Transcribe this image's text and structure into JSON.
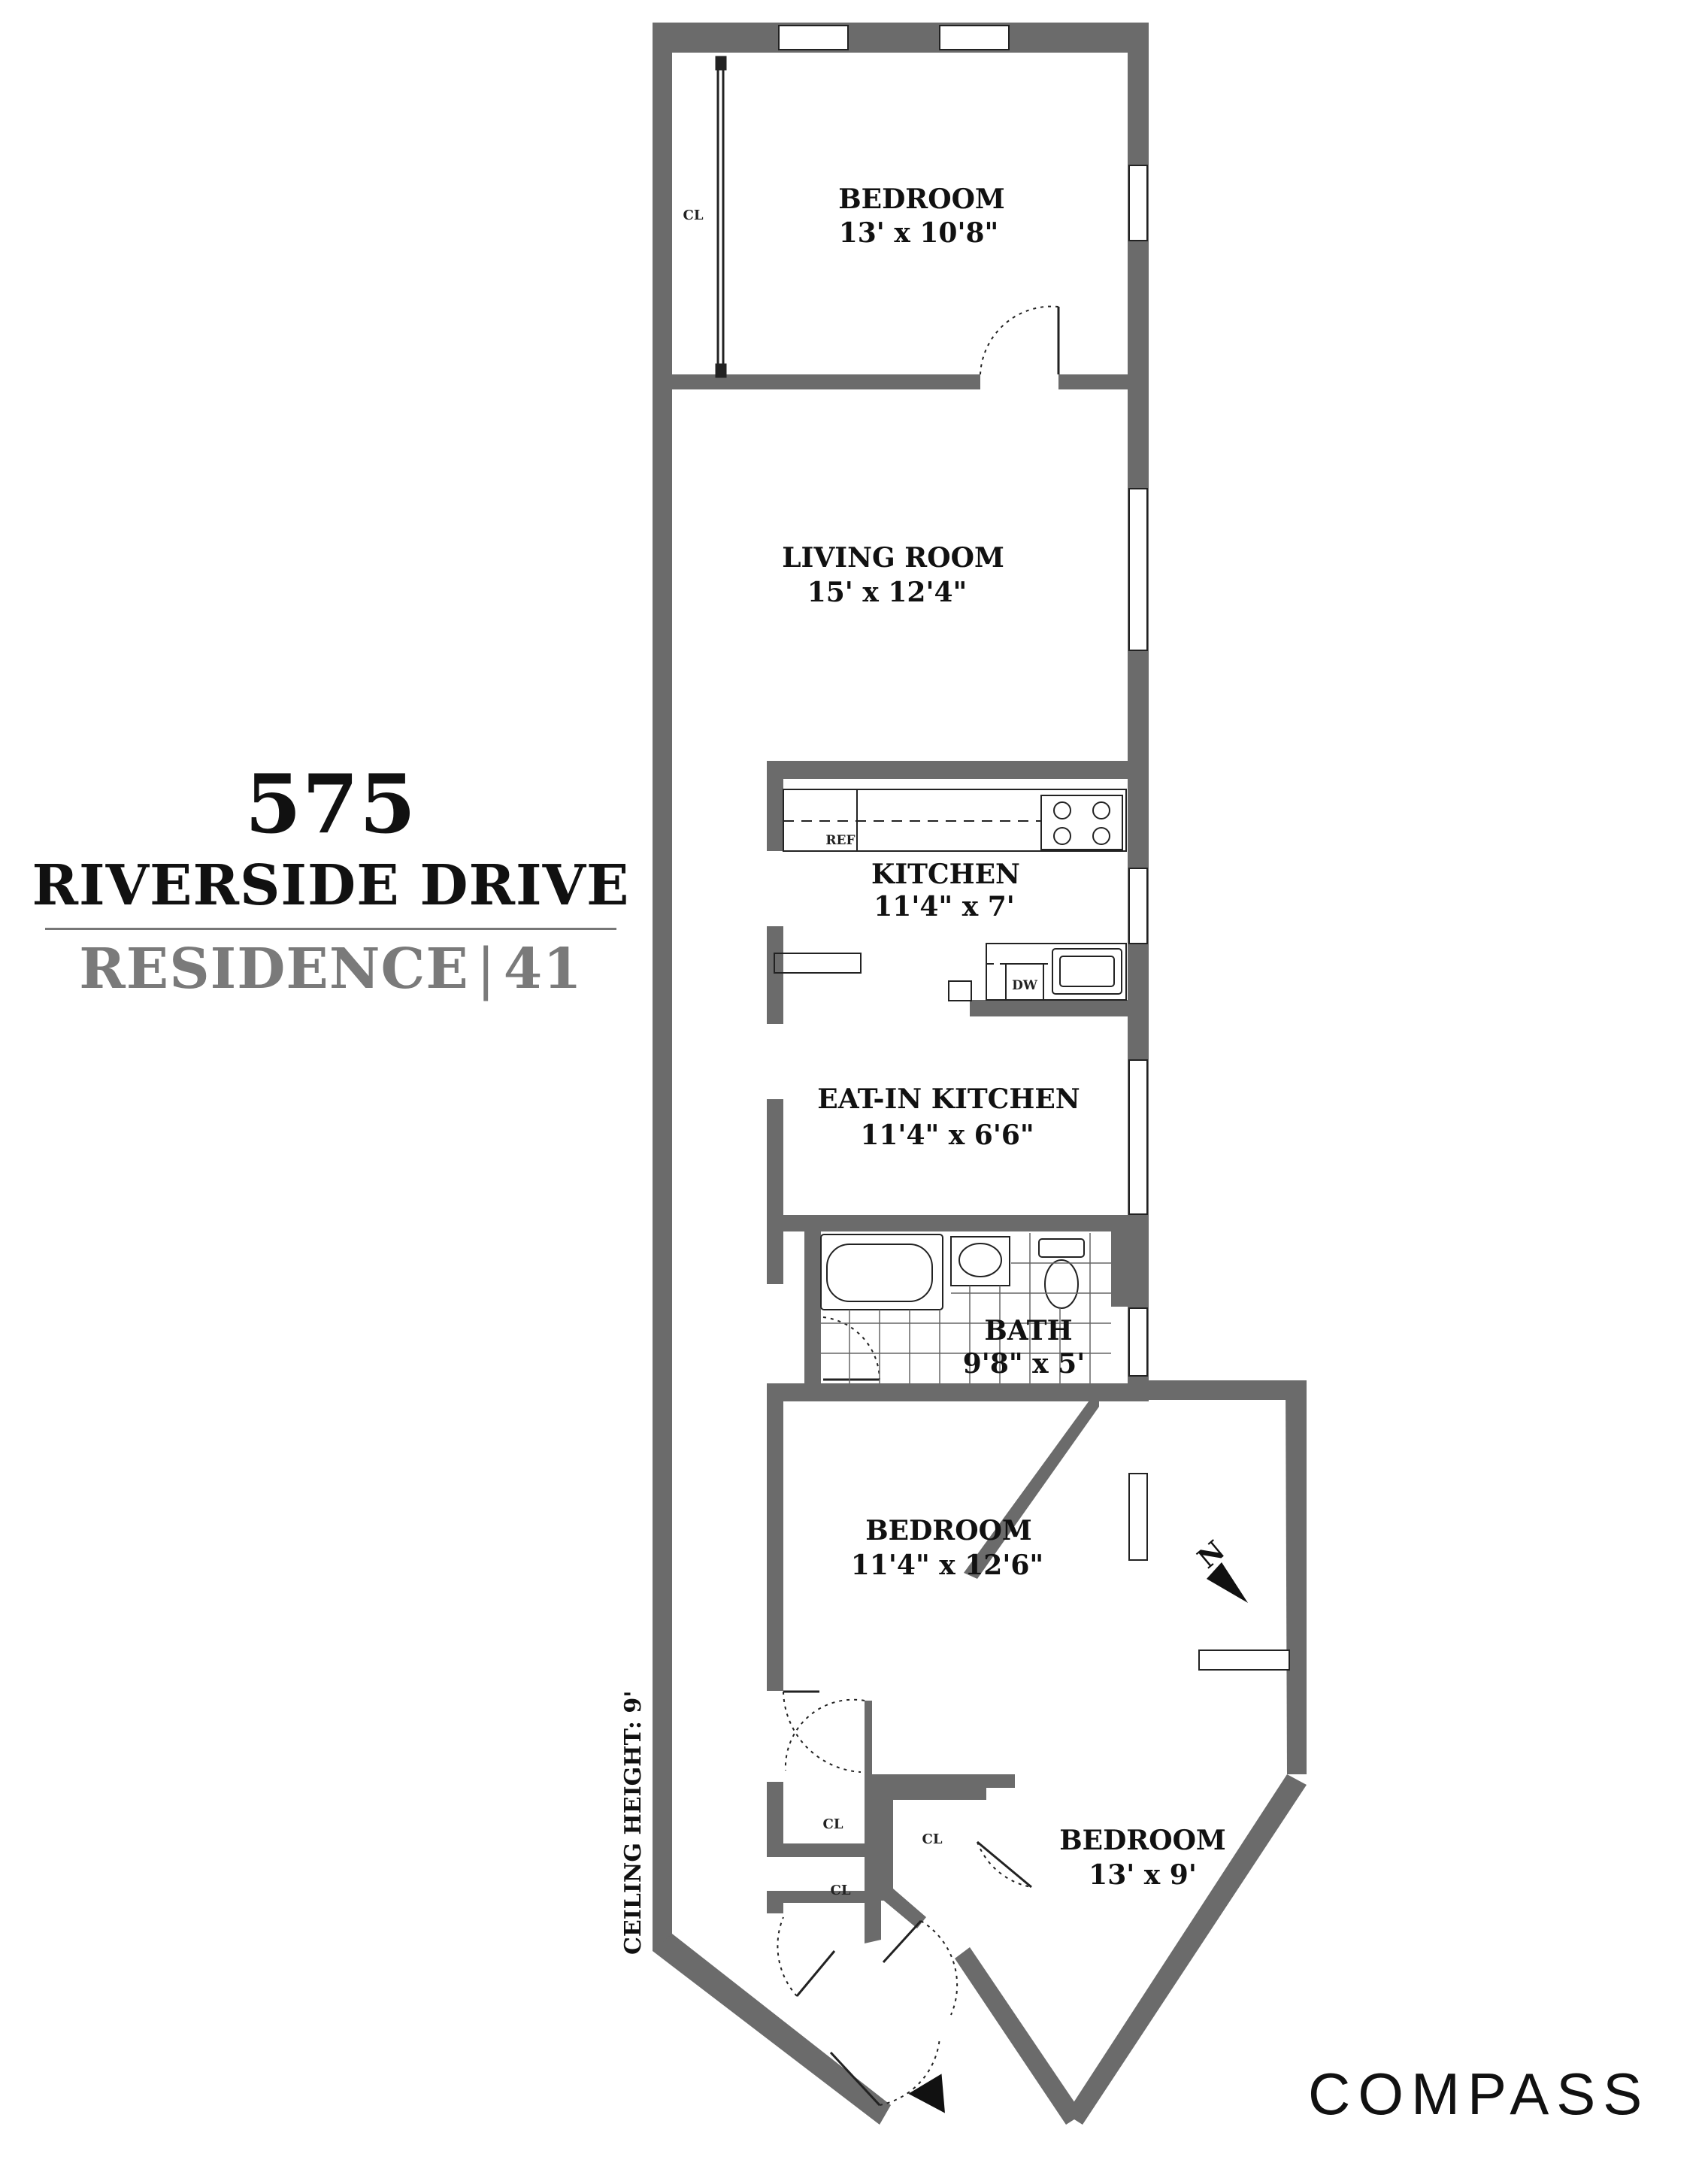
{
  "building": {
    "number": "575",
    "street": "RIVERSIDE DRIVE",
    "residence_word": "RESIDENCE",
    "residence_separator": "|",
    "residence_number": "41"
  },
  "rooms": {
    "bedroom_north": {
      "label": "BEDROOM",
      "dims": "13' x 10'8\""
    },
    "living_room": {
      "label": "LIVING ROOM",
      "dims": "15' x 12'4\""
    },
    "kitchen": {
      "label": "KITCHEN",
      "dims": "11'4\" x 7'"
    },
    "eat_in_kitchen": {
      "label": "EAT-IN KITCHEN",
      "dims": "11'4\" x 6'6\""
    },
    "bath": {
      "label": "BATH",
      "dims": "9'8\" x 5'"
    },
    "bedroom_middle": {
      "label": "BEDROOM",
      "dims": "11'4\" x 12'6\""
    },
    "bedroom_south": {
      "label": "BEDROOM",
      "dims": "13' x 9'"
    }
  },
  "closets": {
    "label": "CL"
  },
  "fixtures": {
    "refrigerator": "REF",
    "dishwasher": "DW"
  },
  "ceiling_height": "CEILING HEIGHT: 9'",
  "compass": {
    "north_label": "N"
  },
  "brand": {
    "name": "COMPASS"
  },
  "colors": {
    "wall": "#6b6b6b",
    "line": "#222222",
    "muted_text": "#7a7a7a"
  }
}
